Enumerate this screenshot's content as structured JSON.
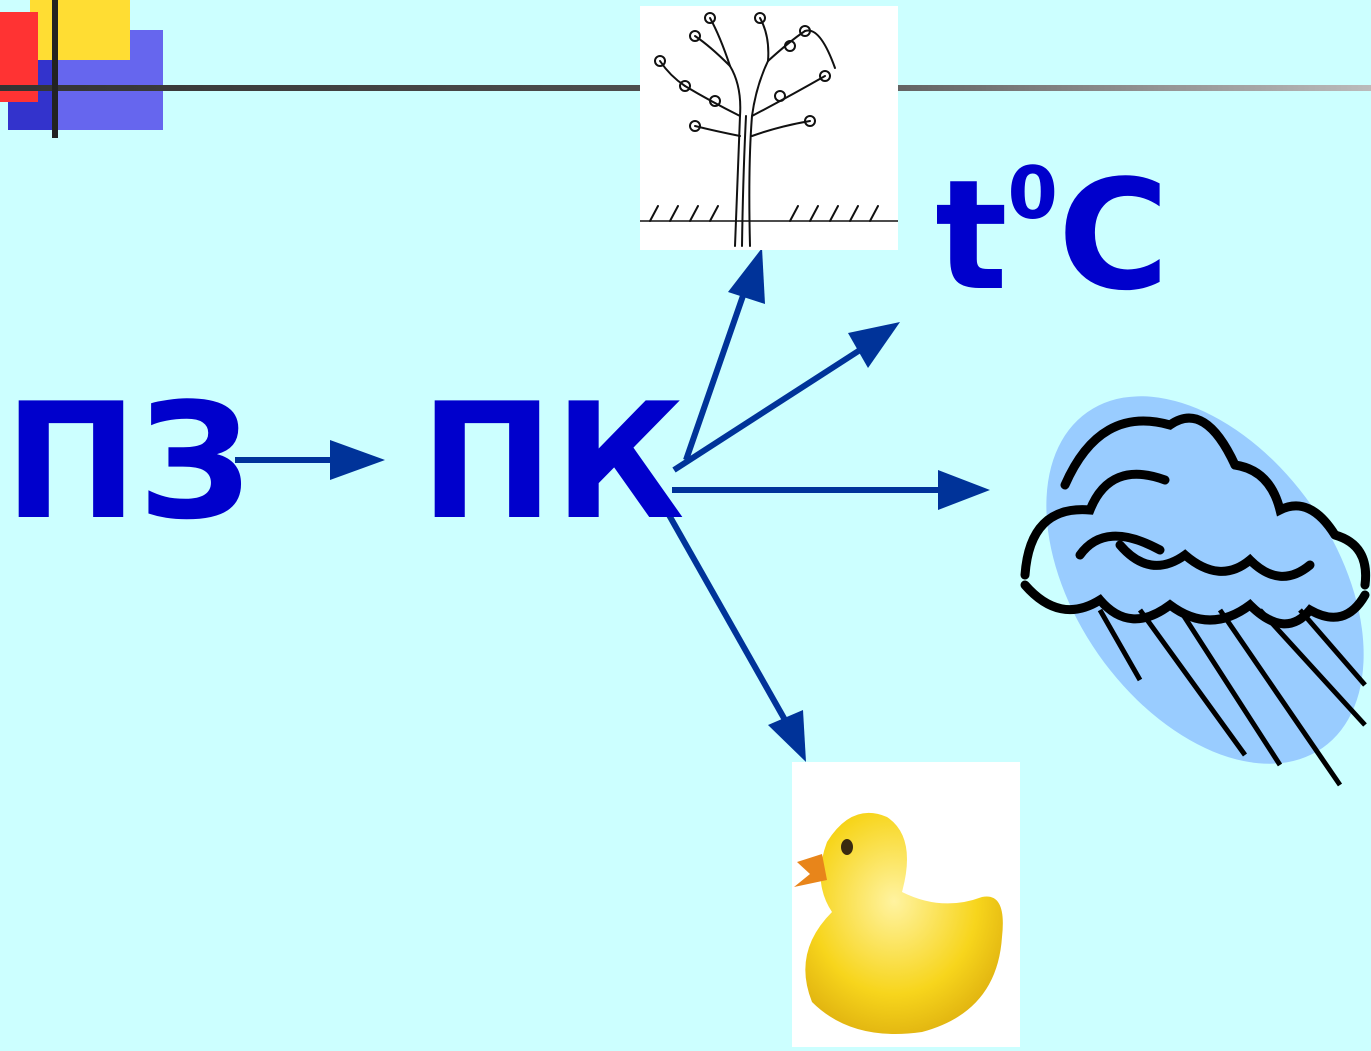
{
  "labels": {
    "left_term": "ПЗ",
    "center_term": "ПК",
    "temperature_base": "t",
    "temperature_degree": "0",
    "temperature_unit": "C"
  },
  "icons": {
    "tree": "tree-icon",
    "temperature": "temperature-label",
    "rain_cloud": "rain-cloud-icon",
    "duck": "duck-icon"
  },
  "colors": {
    "background": "#ccffff",
    "text": "#0000cc",
    "arrow": "#003399",
    "cloud_fill": "#99ccff",
    "duck_body": "#f7d51c"
  }
}
